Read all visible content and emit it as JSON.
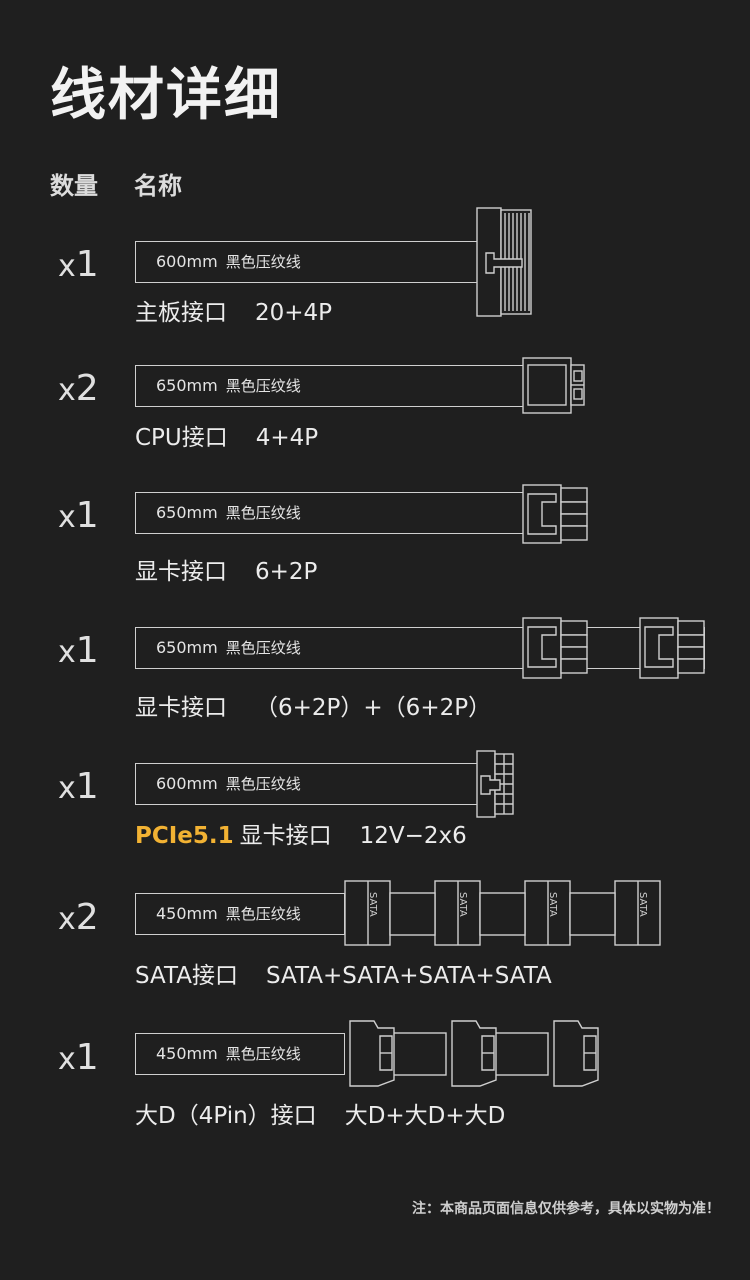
{
  "title": "线材详细",
  "headers": {
    "qty": "数量",
    "name": "名称"
  },
  "rows": [
    {
      "qty_x": "x",
      "qty_n": "1",
      "length": "600mm",
      "color": "黑色压纹线",
      "hl": "",
      "name": "主板接口",
      "spec": "20+4P",
      "connector": "atx-24pin-icon"
    },
    {
      "qty_x": "x",
      "qty_n": "2",
      "length": "650mm",
      "color": "黑色压纹线",
      "hl": "",
      "name": "CPU接口",
      "spec": "4+4P",
      "connector": "cpu-8pin-icon"
    },
    {
      "qty_x": "x",
      "qty_n": "1",
      "length": "650mm",
      "color": "黑色压纹线",
      "hl": "",
      "name": "显卡接口",
      "spec": "6+2P",
      "connector": "pcie-8pin-icon"
    },
    {
      "qty_x": "x",
      "qty_n": "1",
      "length": "650mm",
      "color": "黑色压纹线",
      "hl": "",
      "name": "显卡接口",
      "spec": "（6+2P）+（6+2P）",
      "connector": "pcie-8pin-dual-icon"
    },
    {
      "qty_x": "x",
      "qty_n": "1",
      "length": "600mm",
      "color": "黑色压纹线",
      "hl": "PCIe5.1",
      "name": "显卡接口",
      "spec": "12V−2x6",
      "connector": "12v-2x6-icon"
    },
    {
      "qty_x": "x",
      "qty_n": "2",
      "length": "450mm",
      "color": "黑色压纹线",
      "hl": "",
      "name": "SATA接口",
      "spec": "SATA+SATA+SATA+SATA",
      "connector": "sata-icon",
      "sata_label": "SATA"
    },
    {
      "qty_x": "x",
      "qty_n": "1",
      "length": "450mm",
      "color": "黑色压纹线",
      "hl": "",
      "name": "大D（4Pin）接口",
      "spec": "大D+大D+大D",
      "connector": "molex-icon"
    }
  ],
  "note": "注：本商品页面信息仅供参考，具体以实物为准！"
}
